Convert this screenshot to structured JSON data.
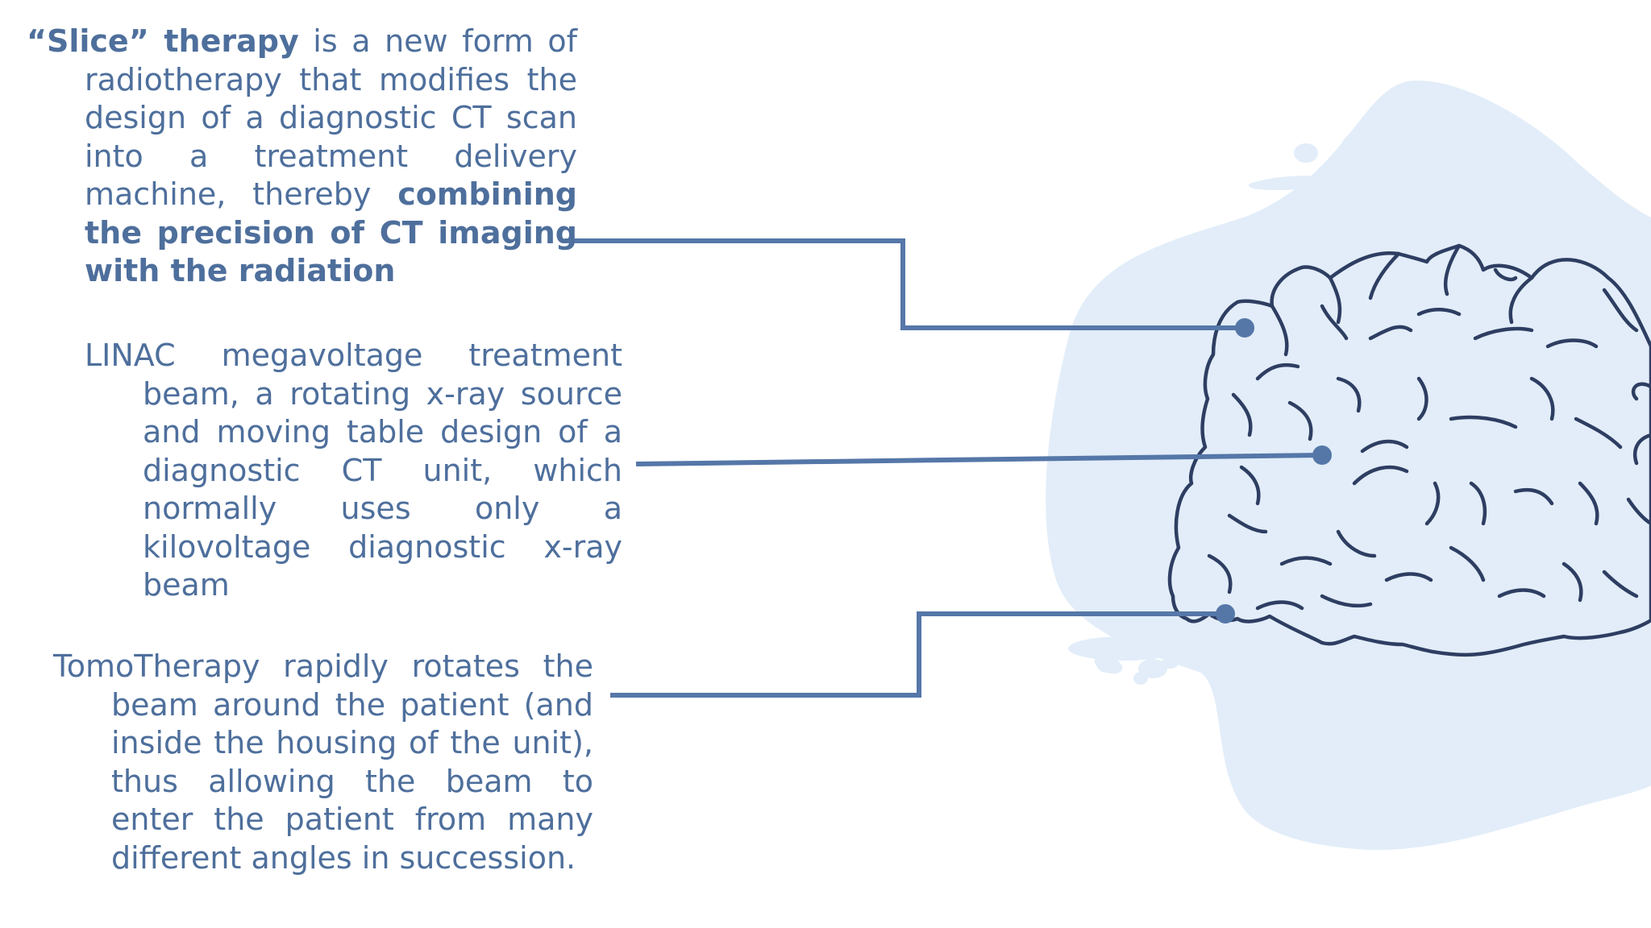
{
  "paragraphs": [
    {
      "lead_bold": "“Slice” therapy",
      "text_1": " is a new form of radiotherapy that modifies the design of a diagnostic CT  scan into a treatment delivery machine, thereby ",
      "emphasis_bold": "combining the precision of CT imaging with the radiation",
      "text_2": ""
    },
    {
      "text": "LINAC megavoltage treatment beam, a rotating x-ray source and moving table design of a diagnostic CT unit, which normally uses only a kilovoltage diagnostic x-ray beam"
    },
    {
      "text": "TomoTherapy rapidly rotates the beam around the patient (and inside the housing of the unit), thus allowing the beam to enter the patient from many different angles in succession."
    }
  ],
  "colors": {
    "text": "#4e6f9c",
    "connector": "#5577a8",
    "blob": "#e2edf9",
    "brain_outline": "#2e3e62",
    "background": "#ffffff"
  },
  "icons": [
    "brain-illustration",
    "background-blob",
    "connector-dot"
  ]
}
